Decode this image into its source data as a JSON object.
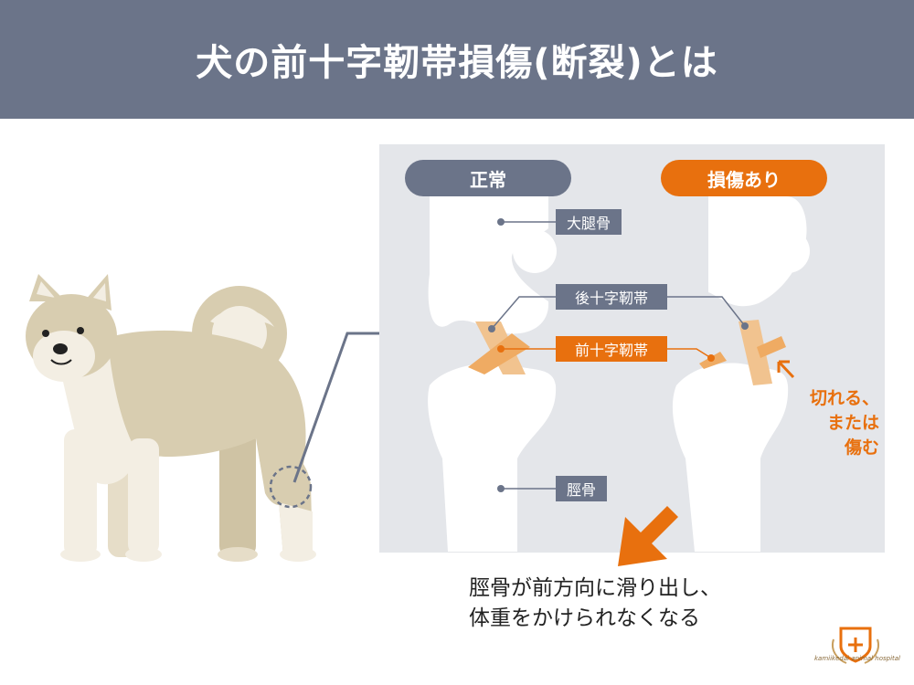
{
  "title": "犬の前十字靭帯損傷(断裂)とは",
  "panel": {
    "normal_label": "正常",
    "injured_label": "損傷あり",
    "femur_label": "大腿骨",
    "pcl_label": "後十字靭帯",
    "acl_label": "前十字靭帯",
    "tibia_label": "脛骨",
    "injury_note_lines": [
      "切れる、",
      "または",
      "傷む"
    ]
  },
  "caption_lines": [
    "脛骨が前方向に滑り出し、",
    "体重をかけられなくなる"
  ],
  "logo": {
    "text": "kamiikedai animal hospital"
  },
  "colors": {
    "header": "#6b7489",
    "accent": "#e8700e",
    "panel": "#e4e6ea",
    "dog": "#d8cdb0",
    "dog_light": "#f3eee3"
  }
}
